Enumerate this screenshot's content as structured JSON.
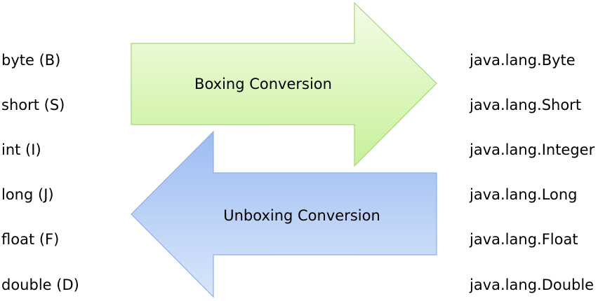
{
  "colors": {
    "boxing_fill_light": "#f3fde6",
    "boxing_fill_dark": "#c8f09a",
    "boxing_stroke": "#a5d57a",
    "unboxing_fill_light": "#d9e6fb",
    "unboxing_fill_dark": "#9cbcf2",
    "unboxing_stroke": "#8eaee6"
  },
  "boxing": {
    "label": "Boxing Conversion",
    "direction": "right"
  },
  "unboxing": {
    "label": "Unboxing Conversion",
    "direction": "left"
  },
  "primitives": [
    "byte (B)",
    "short (S)",
    "int (I)",
    "long (J)",
    "float (F)",
    "double (D)"
  ],
  "wrappers": [
    "java.lang.Byte",
    "java.lang.Short",
    "java.lang.Integer",
    "java.lang.Long",
    "java.lang.Float",
    "java.lang.Double"
  ]
}
